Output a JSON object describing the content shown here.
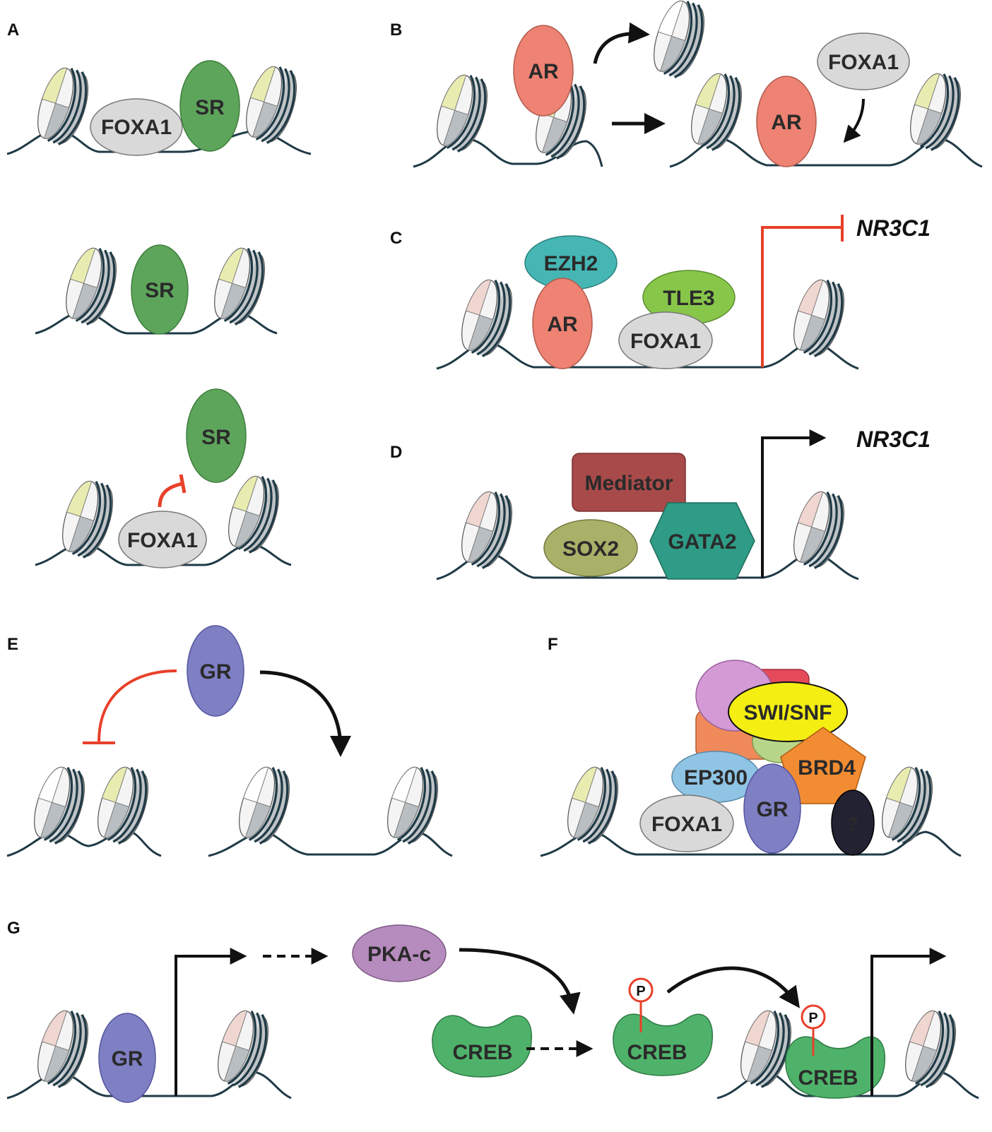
{
  "colors": {
    "dna": "#1f3a46",
    "activation": "#111111",
    "inhibition": "#e8402a",
    "foxa1": "#d9d9d9",
    "sr": "#5ea55c",
    "ar": "#ee8273",
    "ezh2": "#45b6b4",
    "tle3": "#88c64a",
    "mediator": "#a84a4a",
    "sox2": "#a9b168",
    "gata2": "#2e9c86",
    "gr": "#7f7fc4",
    "swi_snf": "#f4ee13",
    "brd4": "#f28c33",
    "ep300": "#8fc4e4",
    "unknown": "#222233",
    "pka": "#b68bbd",
    "creb": "#4fb26a"
  },
  "panels": {
    "A": {
      "label": "A",
      "top": {
        "foxa1": "FOXA1",
        "sr": "SR"
      },
      "middle": {
        "sr": "SR"
      },
      "bottom": {
        "sr": "SR",
        "foxa1": "FOXA1"
      }
    },
    "B": {
      "label": "B",
      "ar_before": "AR",
      "ar_after": "AR",
      "foxa1": "FOXA1"
    },
    "C": {
      "label": "C",
      "ezh2": "EZH2",
      "ar": "AR",
      "tle3": "TLE3",
      "foxa1": "FOXA1",
      "gene": "NR3C1"
    },
    "D": {
      "label": "D",
      "mediator": "Mediator",
      "sox2": "SOX2",
      "gata2": "GATA2",
      "gene": "NR3C1"
    },
    "E": {
      "label": "E",
      "gr": "GR"
    },
    "F": {
      "label": "F",
      "swi_snf": "SWI/SNF",
      "ep300": "EP300",
      "brd4": "BRD4",
      "gr": "GR",
      "foxa1": "FOXA1",
      "unknown": "?"
    },
    "G": {
      "label": "G",
      "gr": "GR",
      "pka": "PKA-c",
      "creb1": "CREB",
      "creb2": "CREB",
      "creb3": "CREB",
      "p1": "P",
      "p2": "P"
    }
  }
}
